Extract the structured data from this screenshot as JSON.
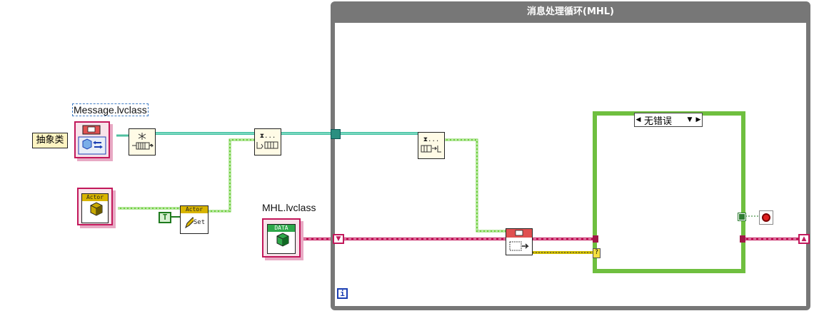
{
  "loop": {
    "title": "消息处理循环(MHL)",
    "iteration_symbol": "i"
  },
  "labels": {
    "message_class": "Message.lvclass",
    "mhl_class": "MHL.lvclass",
    "abstract_const": "抽象类",
    "bool_const": "T"
  },
  "case": {
    "selector_value": "无错误",
    "left_arrow": "◀",
    "right_arrow": "▶",
    "dropdown": "▼"
  },
  "nodes": {
    "enqueue_label": "⧗...",
    "dequeue_label": "⧗...",
    "actor_header": "Actor",
    "actor_set_text": "Set",
    "data_header": "DATA",
    "dispatch_label": "?"
  },
  "colors": {
    "loop_border": "#777777",
    "case_border": "#6fbf3f",
    "class_wire": "#c2185b",
    "queue_wire": "#3fbfa0",
    "actor_wire": "#6fcf3f",
    "error_wire": "#d4c000"
  }
}
